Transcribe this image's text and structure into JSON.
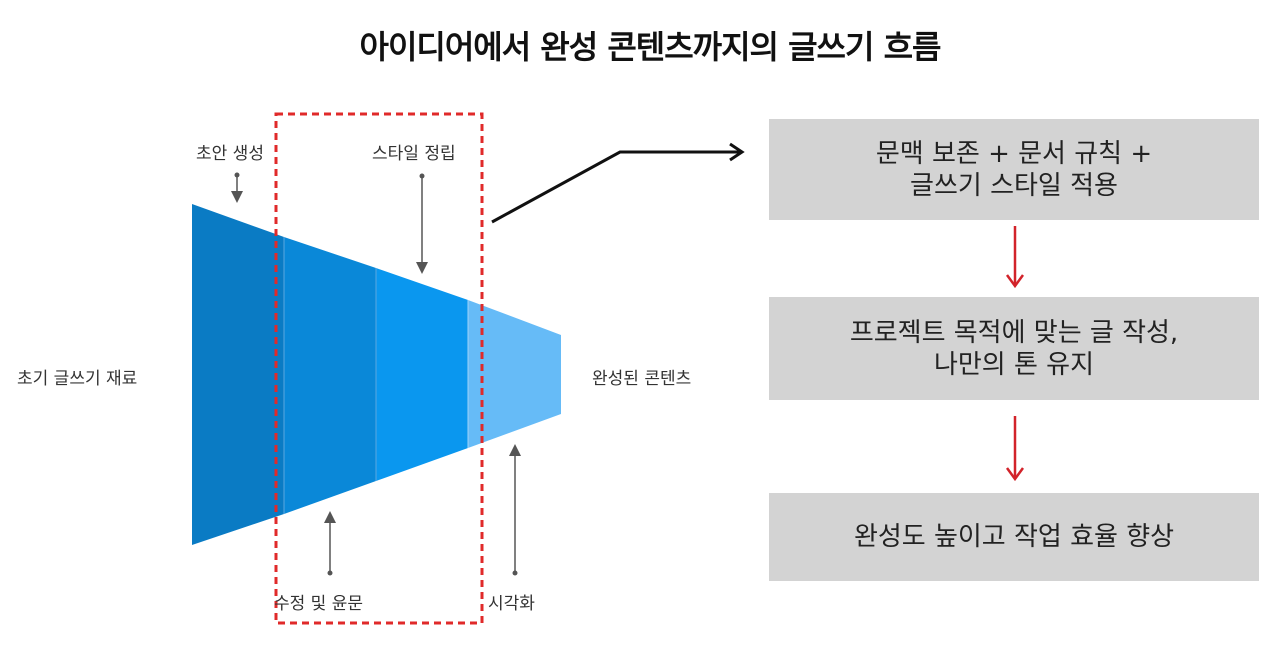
{
  "title": "아이디어에서 완성 콘텐츠까지의 글쓰기 흐름",
  "funnel": {
    "left_label": "초기 글쓰기 재료",
    "right_label": "완성된 콘텐츠",
    "stages_top": [
      "초안 생성",
      "스타일 정립"
    ],
    "stages_bottom": [
      "수정 및 윤문",
      "시각화"
    ],
    "colors": [
      "#0a7bc4",
      "#0a88d8",
      "#0a97ef",
      "#66bbf7"
    ],
    "highlight_color": "#e02a2a"
  },
  "steps": [
    {
      "lines": [
        "문맥 보존 + 문서 규칙 +",
        "글쓰기 스타일 적용"
      ]
    },
    {
      "lines": [
        "프로젝트 목적에 맞는 글 작성,",
        "나만의 톤 유지"
      ]
    },
    {
      "lines": [
        "완성도 높이고 작업 효율 향상"
      ]
    }
  ],
  "step_arrow_color": "#d2232a"
}
